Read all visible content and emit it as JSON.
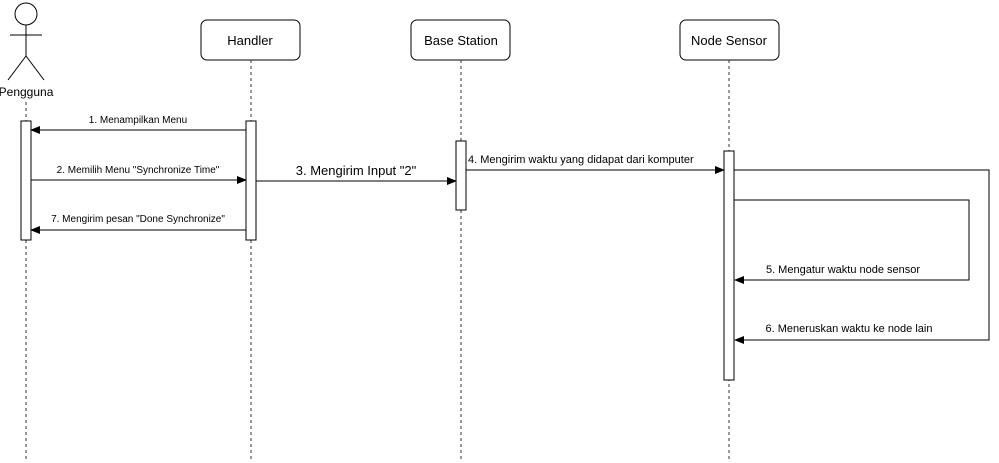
{
  "participants": {
    "actor": "Pengguna",
    "handler": "Handler",
    "base_station": "Base Station",
    "node_sensor": "Node Sensor"
  },
  "messages": {
    "m1": "1. Menampilkan Menu",
    "m2": "2. Memilih Menu \"Synchronize Time\"",
    "m3": "3. Mengirim Input \"2\"",
    "m4": "4. Mengirim waktu yang didapat dari komputer",
    "m5": "5. Mengatur waktu node sensor",
    "m6": "6. Meneruskan waktu ke node lain",
    "m7": "7. Mengirim pesan \"Done Synchronize\""
  },
  "colors": {
    "line": "#000000",
    "lifeline": "#333333",
    "box_fill": "#ffffff"
  }
}
